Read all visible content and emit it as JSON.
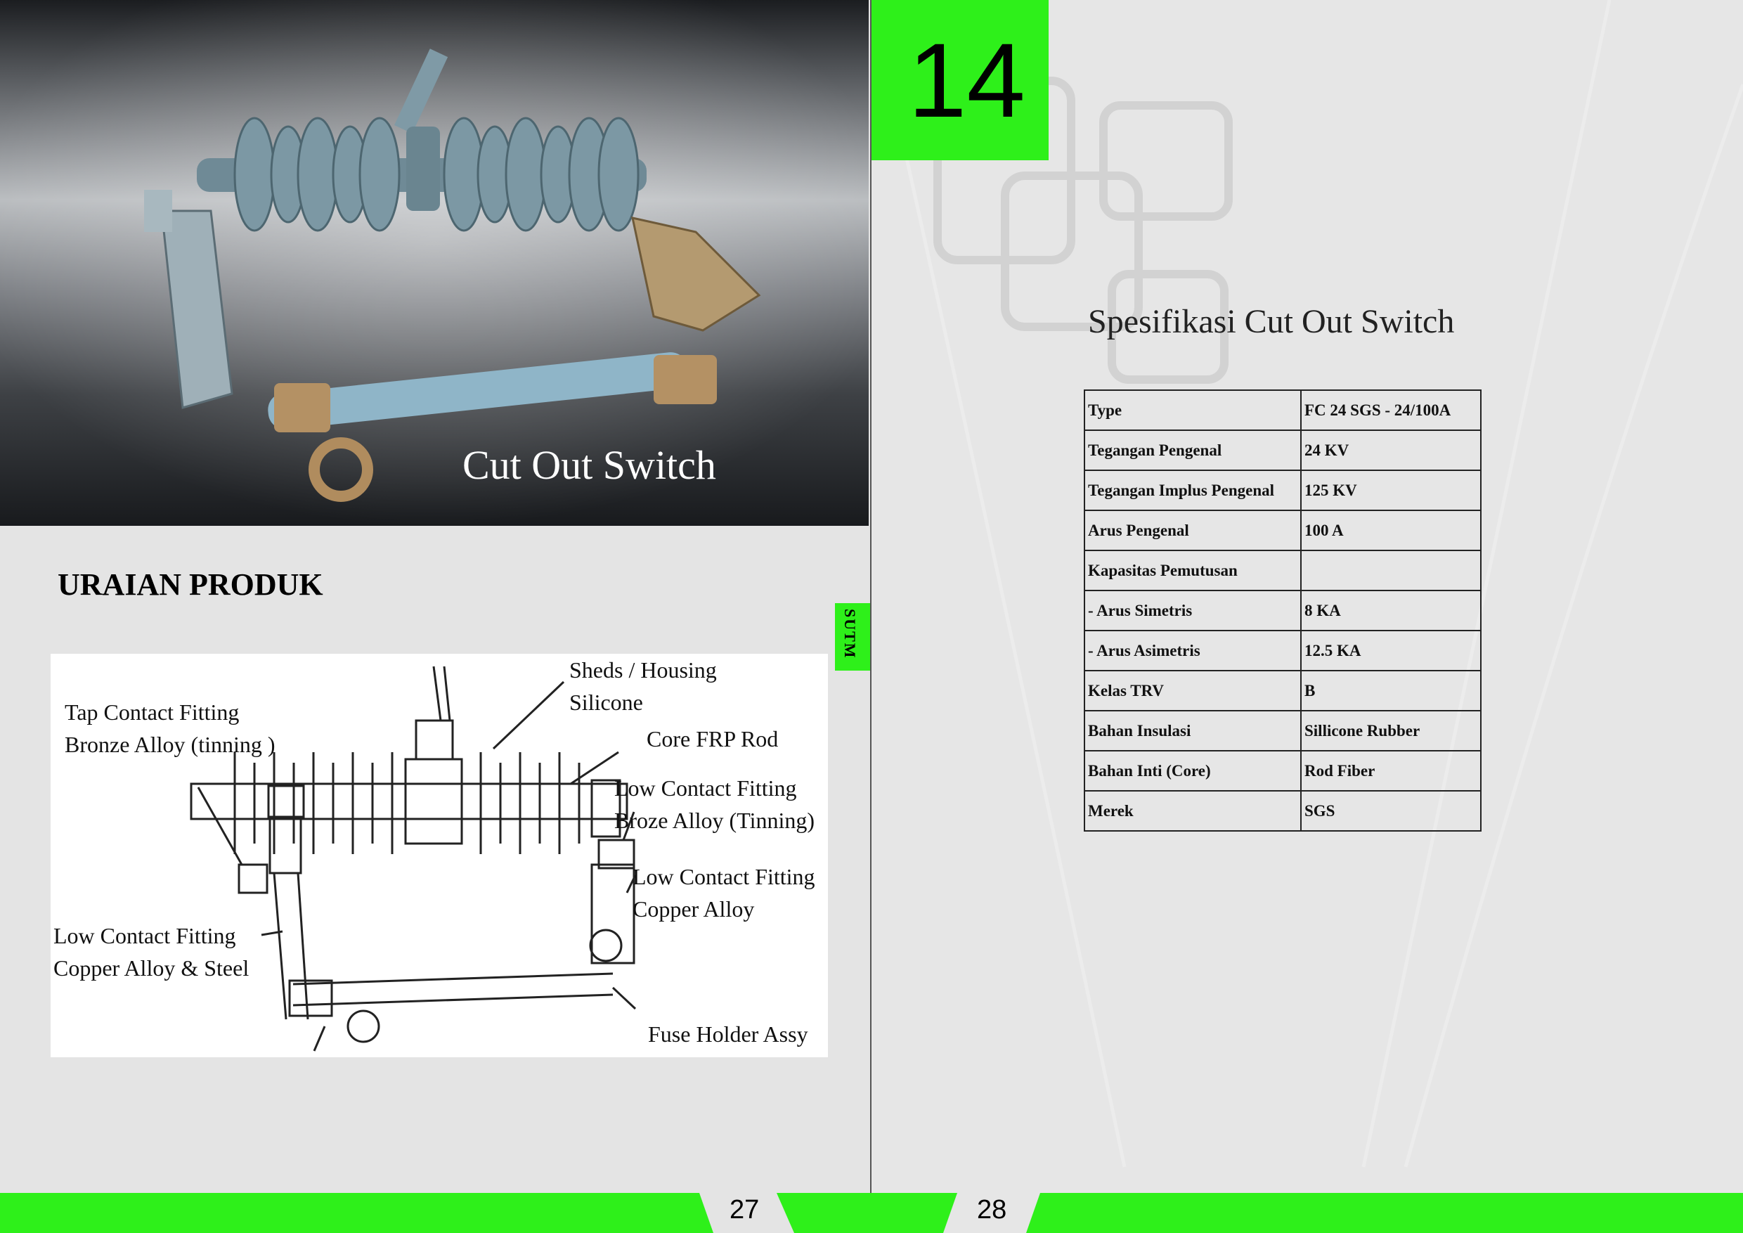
{
  "left_page": {
    "photo_caption": "Cut Out Switch",
    "section_title": "URAIAN PRODUK",
    "side_tab": "SUTM",
    "page_number": "27",
    "diagram_labels": {
      "sheds_1": "Sheds / Housing",
      "sheds_2": "Silicone",
      "tap_1": "Tap Contact Fitting",
      "tap_2": "Bronze Alloy (tinning )",
      "core": "Core FRP Rod",
      "lowb_1": "Low Contact Fitting",
      "lowb_2": "Broze Alloy (Tinning)",
      "lowc_1": "Low Contact Fitting",
      "lowc_2": "Copper Alloy",
      "lows_1": "Low Contact Fitting",
      "lows_2": "Copper Alloy & Steel",
      "fuse": "Fuse Holder Assy"
    }
  },
  "right_page": {
    "chapter_number": "14",
    "spec_title": "Spesifikasi Cut Out Switch",
    "page_number": "28",
    "spec_rows": [
      {
        "label": "Type",
        "value": "FC 24 SGS - 24/100A"
      },
      {
        "label": "Tegangan Pengenal",
        "value": "24 KV"
      },
      {
        "label": "Tegangan Implus Pengenal",
        "value": "125 KV"
      },
      {
        "label": "Arus Pengenal",
        "value": "100 A"
      },
      {
        "label": "Kapasitas Pemutusan",
        "value": ""
      },
      {
        "label": "- Arus Simetris",
        "value": "8 KA"
      },
      {
        "label": "- Arus Asimetris",
        "value": "12.5 KA"
      },
      {
        "label": "Kelas TRV",
        "value": "B"
      },
      {
        "label": "Bahan Insulasi",
        "value": "Sillicone Rubber"
      },
      {
        "label": "Bahan Inti (Core)",
        "value": "Rod Fiber"
      },
      {
        "label": "Merek",
        "value": "SGS"
      }
    ]
  },
  "colors": {
    "accent_green": "#2ef01a",
    "page_background": "#e4e4e4"
  }
}
